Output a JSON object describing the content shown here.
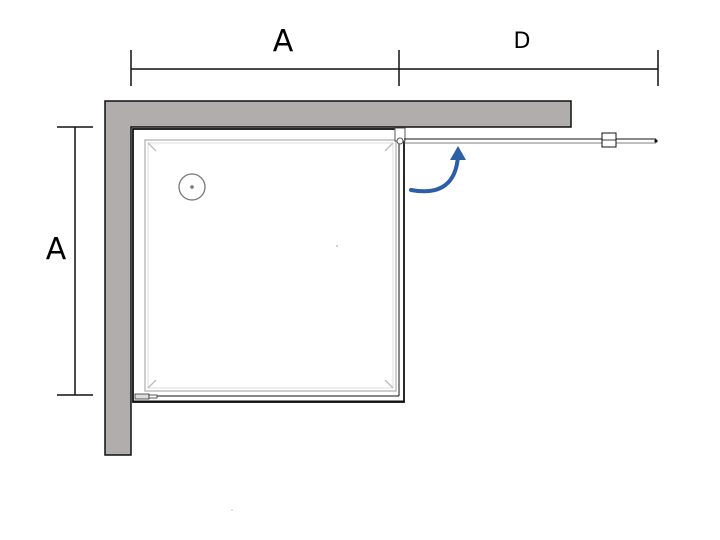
{
  "diagram": {
    "top_dimension_left_label": "A",
    "top_dimension_right_label": "D",
    "left_dimension_label": "A"
  },
  "colors": {
    "wall": "#b1adac",
    "wall_stroke": "#111111",
    "line": "#111111",
    "tray_inner": "#bdbdbd",
    "arrow": "#2c5fa6"
  },
  "icons": {
    "drain": "drain-icon",
    "swing_arrow": "curved-arrow-icon",
    "handle": "handle-icon",
    "hinge": "hinge-icon"
  }
}
